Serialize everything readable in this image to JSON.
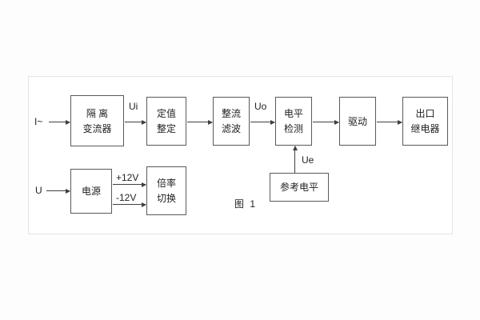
{
  "caption": "图 1",
  "labels": {
    "input_current": "I~",
    "ui": "Ui",
    "uo": "Uo",
    "input_voltage": "U",
    "plus_12v": "+12V",
    "minus_12v": "-12V",
    "ue": "Ue"
  },
  "blocks": {
    "isolation": {
      "line1": "隔 离",
      "line2": "变流器"
    },
    "setting": {
      "line1": "定值",
      "line2": "整定"
    },
    "rectifier": {
      "line1": "整流",
      "line2": "滤波"
    },
    "level_detect": {
      "line1": "电平",
      "line2": "检测"
    },
    "drive": {
      "label": "驱动"
    },
    "output_relay": {
      "line1": "出口",
      "line2": "继电器"
    },
    "power": {
      "label": "电源"
    },
    "ratio_switch": {
      "line1": "倍率",
      "line2": "切换"
    },
    "reference_level": {
      "label": "参考电平"
    }
  }
}
